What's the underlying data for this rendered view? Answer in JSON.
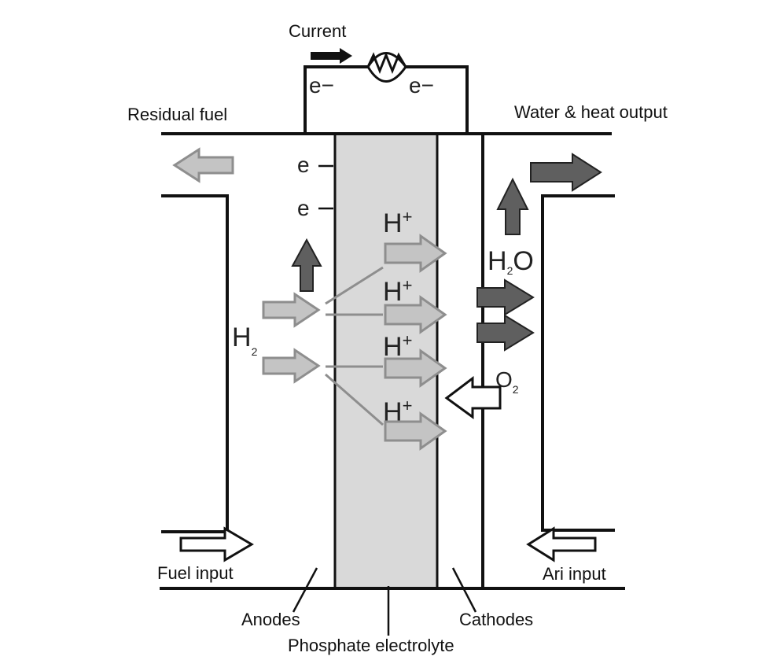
{
  "labels": {
    "current": "Current",
    "residual_fuel": "Residual fuel",
    "water_heat_output": "Water & heat output",
    "fuel_input": "Fuel input",
    "air_input": "Ari input",
    "anodes": "Anodes",
    "cathodes": "Cathodes",
    "electrolyte": "Phosphate electrolyte"
  },
  "species": {
    "electron": "e",
    "electron_minus": "−",
    "electron_dash": "–",
    "hydrogen_main": "H",
    "hydrogen_sub": "2",
    "proton": "H",
    "proton_sup": "+",
    "water_h": "H",
    "water_sub": "2",
    "water_o": "O",
    "oxygen_main": "O",
    "oxygen_sub": "2"
  },
  "colors": {
    "electrolyte_fill": "#d9d9d9",
    "dark_arrow": "#5f5f5f",
    "light_arrow": "#c4c4c4",
    "light_arrow_stroke": "#8e8e8e",
    "line": "#111111"
  }
}
